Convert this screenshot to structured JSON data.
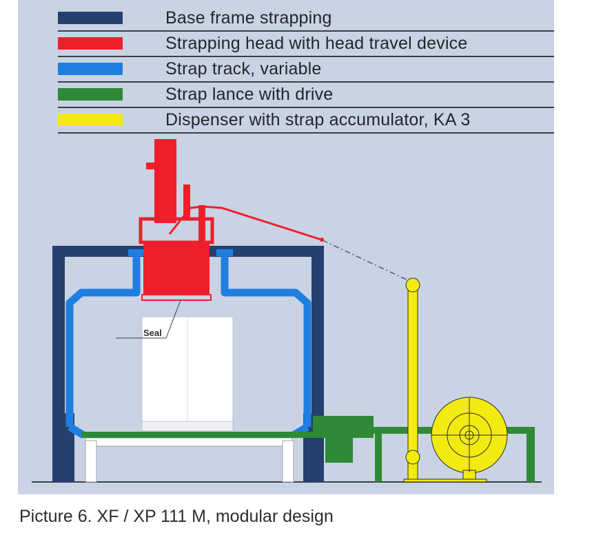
{
  "legend": [
    {
      "label": "Base frame strapping",
      "color": "#25406e"
    },
    {
      "label": "Strapping head with head travel device",
      "color": "#ee1f2b"
    },
    {
      "label": "Strap track, variable",
      "color": "#1f7fe0"
    },
    {
      "label": "Strap lance with drive",
      "color": "#2e8a36"
    },
    {
      "label": "Dispenser with strap accumulator, KA 3",
      "color": "#f3ea10"
    }
  ],
  "diagram": {
    "seal_label": "Seal"
  },
  "caption": "Picture 6. XF / XP 111 M, modular design"
}
